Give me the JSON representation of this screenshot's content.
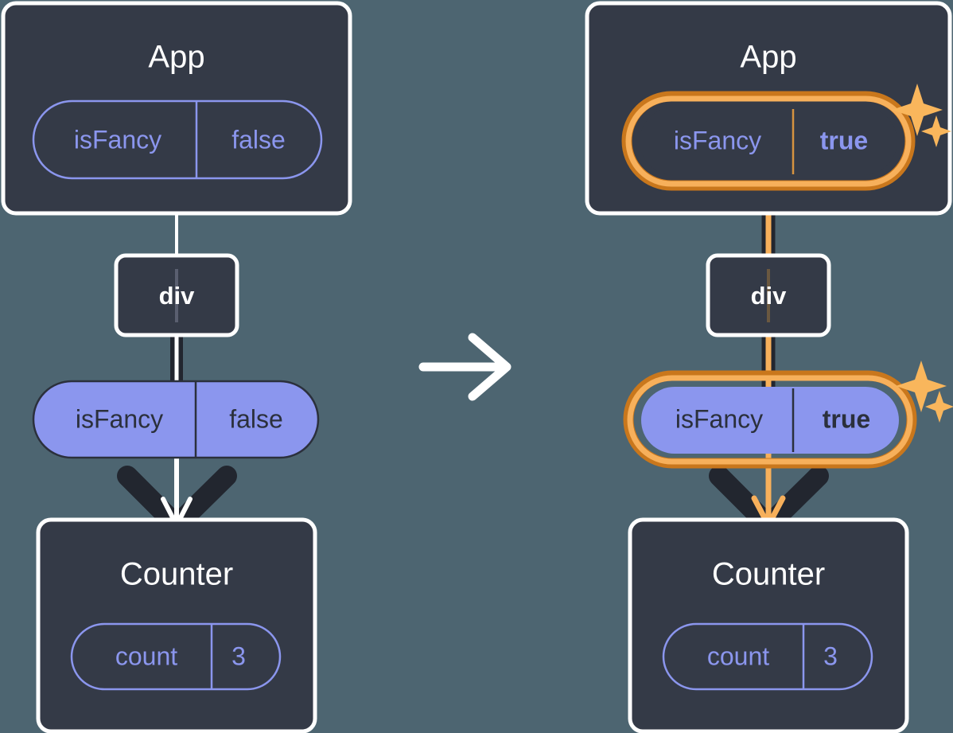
{
  "meta": {
    "diagram_title": "React state update propagation — isFancy prop change",
    "transition_icon": "arrow-right-icon"
  },
  "colors": {
    "background": "#4d6571",
    "panel_fill": "#343a47",
    "panel_stroke": "#ffffff",
    "pill_purple": "#8b96ee",
    "pill_purple_text": "#2b303c",
    "pill_outline_purple": "#8b96ee",
    "highlight_outer": "#c9771c",
    "highlight_inner": "#f7b05b",
    "edge_dark": "#22262f",
    "edge_white": "#ffffff",
    "sparkle": "#f9b65c"
  },
  "panels": {
    "before": {
      "app": {
        "title": "App",
        "pill": {
          "key": "isFancy",
          "value": "false",
          "style": "outline",
          "highlighted": false,
          "value_bold": false
        }
      },
      "div": {
        "label": "div"
      },
      "prop_pill": {
        "key": "isFancy",
        "value": "false",
        "style": "filled",
        "highlighted": false,
        "value_bold": false
      },
      "counter": {
        "title": "Counter",
        "pill": {
          "key": "count",
          "value": "3",
          "style": "outline",
          "highlighted": false,
          "value_bold": false
        }
      }
    },
    "after": {
      "app": {
        "title": "App",
        "pill": {
          "key": "isFancy",
          "value": "true",
          "style": "outline",
          "highlighted": true,
          "value_bold": true
        },
        "sparkle": "sparkle-icon"
      },
      "div": {
        "label": "div"
      },
      "prop_pill": {
        "key": "isFancy",
        "value": "true",
        "style": "filled",
        "highlighted": true,
        "value_bold": true,
        "sparkle": "sparkle-icon"
      },
      "counter": {
        "title": "Counter",
        "pill": {
          "key": "count",
          "value": "3",
          "style": "outline",
          "highlighted": false,
          "value_bold": false
        }
      }
    }
  }
}
